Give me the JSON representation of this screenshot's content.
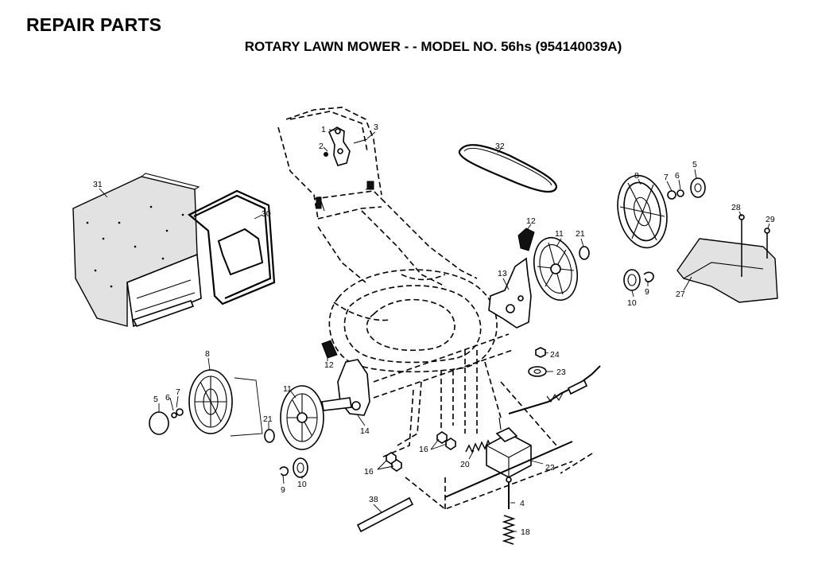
{
  "header": {
    "title": "REPAIR PARTS",
    "subtitle": "ROTARY LAWN MOWER - - MODEL NO. 56hs (954140039A)"
  },
  "callouts": {
    "p1": "1",
    "p2": "2",
    "p3": "3",
    "p4": "4",
    "p5_right": "5",
    "p5_left": "5",
    "p6_right": "6",
    "p6_left": "6",
    "p7_right": "7",
    "p7_left": "7",
    "p8_right": "8",
    "p8_left": "8",
    "p9_right": "9",
    "p9_left": "9",
    "p10_right": "10",
    "p10_left": "10",
    "p11_right": "11",
    "p11_left": "11",
    "p12_right": "12",
    "p12_left": "12",
    "p13": "13",
    "p14": "14",
    "p16_center": "16",
    "p16_left": "16",
    "p18": "18",
    "p20": "20",
    "p21_right": "21",
    "p21_left": "21",
    "p22": "22",
    "p23": "23",
    "p24": "24",
    "p27": "27",
    "p28": "28",
    "p29": "29",
    "p30": "30",
    "p31": "31",
    "p32": "32",
    "p38": "38"
  }
}
